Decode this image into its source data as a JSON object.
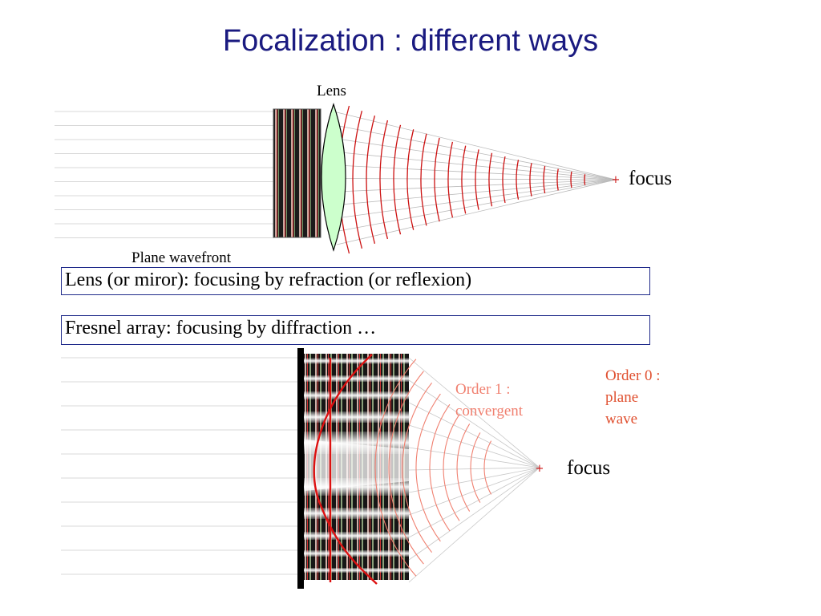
{
  "title": "Focalization : different ways",
  "top_diagram": {
    "lens_label": "Lens",
    "focus_label": "focus",
    "wavefront_label": "Plane wavefront"
  },
  "caption_lens": "Lens (or miror): focusing by refraction (or reflexion)",
  "caption_fresnel": "Fresnel array: focusing by diffraction …",
  "bottom_diagram": {
    "order1_label": [
      "Order 1 :",
      "convergent"
    ],
    "order0_label": [
      "Order 0 :",
      "plane",
      "wave"
    ],
    "focus_label": "focus"
  },
  "colors": {
    "title": "#1a1a80",
    "wavefront_red": "#cc1111",
    "order1_red": "#f08070",
    "order0_red": "#e05030",
    "lens_fill": "#ccffcc",
    "ray_gray": "#bbbbbb",
    "box_border": "#1f2a8a"
  }
}
